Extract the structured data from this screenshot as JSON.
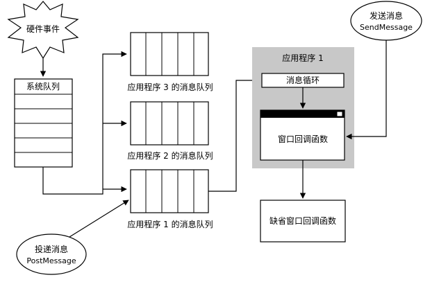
{
  "diagram": {
    "hardware_event": "硬件事件",
    "system_queue": "系统队列",
    "app3_queue": "应用程序 3 的消息队列",
    "app2_queue": "应用程序 2 的消息队列",
    "app1_queue": "应用程序 1 的消息队列",
    "app1_box_title": "应用程序 1",
    "message_loop": "消息循环",
    "window_proc": "窗口回调函数",
    "default_window_proc": "缺省窗口回调函数",
    "send_message": {
      "line1": "发送消息",
      "line2": "SendMessage"
    },
    "post_message": {
      "line1": "投递消息",
      "line2": "PostMessage"
    }
  }
}
